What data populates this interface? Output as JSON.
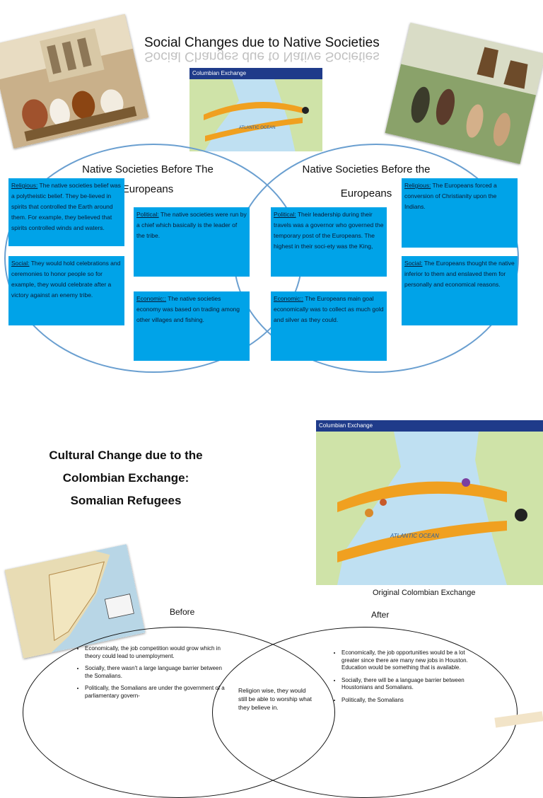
{
  "header": {
    "title": "Social Changes due to  Native Societies"
  },
  "top_map": {
    "bar_label": "Columbian Exchange",
    "ocean_label": "ATLANTIC OCEAN"
  },
  "left_circle": {
    "heading_line1": "Native Societies Before The",
    "heading_line2": "Europeans",
    "religious": {
      "label": "Religious:",
      "text": " The native societies belief was a polytheistic belief. They be-lieved in spirits that controlled the Earth around them. For example, they believed that spirits controlled winds and waters."
    },
    "social": {
      "label": "Social:",
      "text": " They would hold celebrations and ceremonies to honor people so for example, they would celebrate after a victory against an enemy tribe."
    },
    "political": {
      "label": "Political:",
      "text": " The native societies were run by a chief which basically is the leader of the tribe."
    },
    "economic": {
      "label": "Economic::",
      "text": " The native societies economy was based on trading among other villages  and fishing."
    }
  },
  "right_circle": {
    "heading_line1": "Native Societies Before the",
    "heading_line2": "Europeans",
    "religious": {
      "label": "Religious:",
      "text": " The Europeans forced a conversion of Christianity upon the Indians."
    },
    "social": {
      "label": "Social:",
      "text": " The Europeans thought the native inferior to them and enslaved them for personally and economical reasons."
    },
    "political": {
      "label": "Political:",
      "text": "  Their leadership during their travels was a governor who governed the temporary post of the Europeans. The highest in their soci-ety was the King,"
    },
    "economic": {
      "label": "Economic::",
      "text": " The Europeans main goal economically was to collect as much gold and silver as they could."
    }
  },
  "section2": {
    "title_line1": "Cultural Change due to the",
    "title_line2": "Colombian Exchange:",
    "title_line3": "Somalian Refugees",
    "map_bar_label": "Columbian Exchange",
    "map_ocean_label": "ATLANTIC OCEAN",
    "map_caption": "Original Colombian Exchange",
    "before_label": "Before",
    "after_label": "After",
    "before_items": [
      "Economically, the job competition would grow which in theory could lead to unemployment.",
      "Socially, there wasn't a large language barrier between the Somalians.",
      "Politically, the  Somalians are under the government of a parliamentary govern-"
    ],
    "middle_text": "Religion wise, they would still be able to worship what they believe in.",
    "after_items": [
      "Economically, the job opportunities would be a lot greater since there are many new jobs in Houston. Education would be something that is available.",
      "Socially, there will be a language barrier between Houstonians and Somalians.",
      "Politically, the  Somalians"
    ]
  },
  "colors": {
    "box_blue": "#00a3e8",
    "circle_outline": "#6a9fd0",
    "map_bar": "#1f3b8a"
  }
}
